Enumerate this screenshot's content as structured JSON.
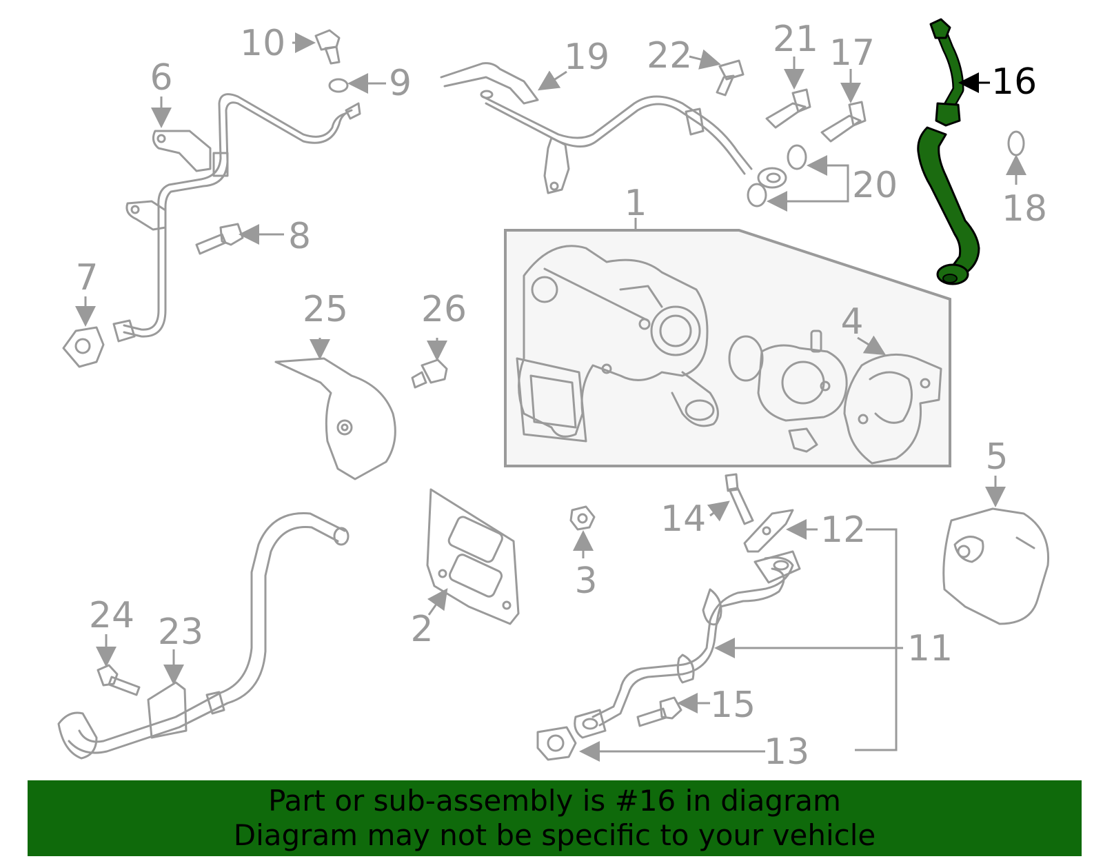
{
  "diagram": {
    "highlighted_part": "16",
    "colors": {
      "line": "#9a9a9a",
      "highlight": "#1b6b10",
      "banner": "#0f6a0b",
      "inset_fill": "#f6f6f6"
    },
    "callouts": {
      "c1": "1",
      "c2": "2",
      "c3": "3",
      "c4": "4",
      "c5": "5",
      "c6": "6",
      "c7": "7",
      "c8": "8",
      "c9": "9",
      "c10": "10",
      "c11": "11",
      "c12": "12",
      "c13": "13",
      "c14": "14",
      "c15": "15",
      "c16": "16",
      "c17": "17",
      "c18": "18",
      "c19": "19",
      "c20": "20",
      "c21": "21",
      "c22": "22",
      "c23": "23",
      "c24": "24",
      "c25": "25",
      "c26": "26"
    }
  },
  "banner": {
    "line1": "Part or sub-assembly is #16 in diagram",
    "line2": "Diagram may not be specific to your vehicle"
  }
}
